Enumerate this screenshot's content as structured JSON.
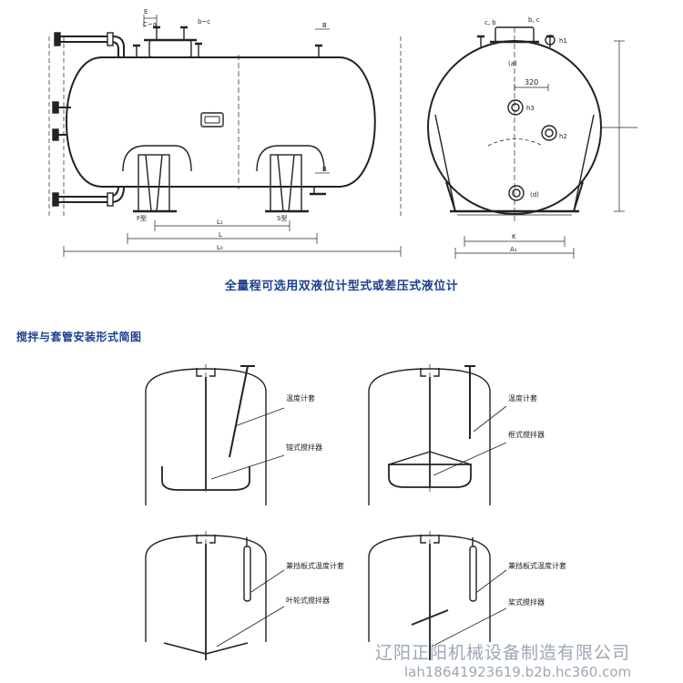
{
  "top_diagram": {
    "left_view": {
      "dimension_labels": {
        "e": "E",
        "c_a": "C~a",
        "b_c": "b~c",
        "b_top": "B",
        "b_bottom": "B",
        "l1": "L₁",
        "l": "L",
        "l0": "L₀",
        "f_type": "F型",
        "s_type": "S型"
      }
    },
    "right_view": {
      "nozzle_labels": {
        "c_b": "c, b",
        "b_c": "b, c",
        "h1": "h1",
        "h3": "h3",
        "h2": "h2",
        "a": "(a)",
        "d": "(d)"
      },
      "dimension_labels": {
        "d320": "320",
        "k": "K",
        "a1": "A₁"
      }
    }
  },
  "caption": "全量程可选用双液位计型式或差压式液位计",
  "section_title": "搅拌与套管安装形式简图",
  "vessels": [
    {
      "label_top": "温度计套",
      "label_bottom": "锚式搅拌器"
    },
    {
      "label_top": "温度计套",
      "label_bottom": "框式搅拌器"
    },
    {
      "label_top": "兼挡板式温度计套",
      "label_bottom": "叶轮式搅拌器"
    },
    {
      "label_top": "兼挡板式温度计套",
      "label_bottom": "桨式搅拌器"
    }
  ],
  "watermark": {
    "line1": "辽阳正阳机械设备制造有限公司",
    "line2": "lah18641923619.b2b.hc360.com"
  }
}
